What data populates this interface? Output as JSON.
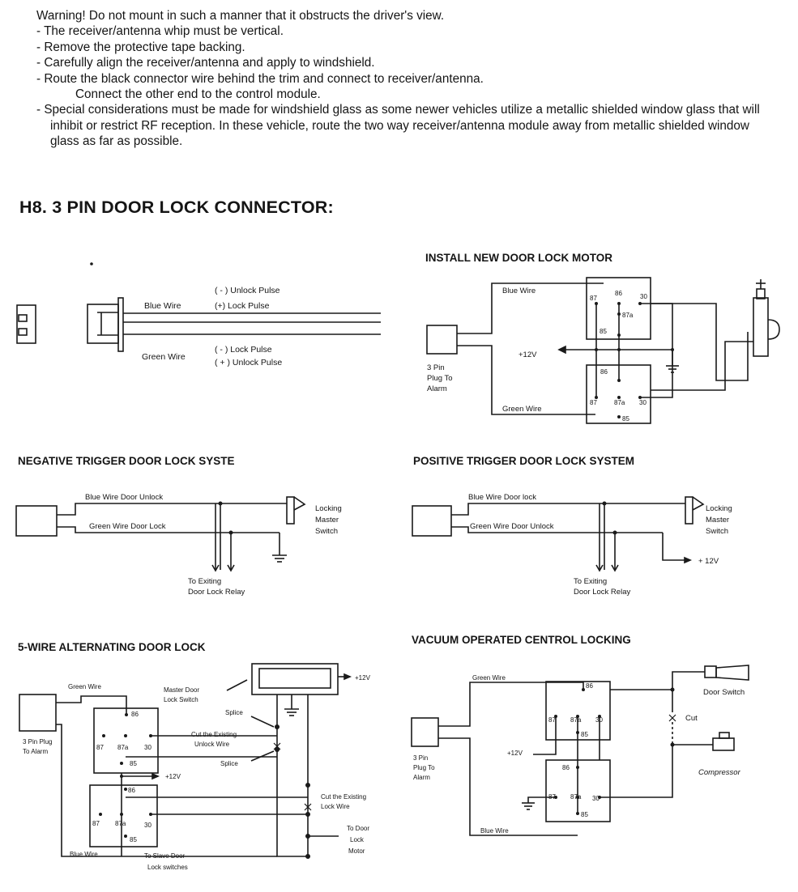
{
  "intro": {
    "warning": "Warning! Do not mount in such a manner that it obstructs the driver's view.",
    "bullets": [
      "- The receiver/antenna whip must be vertical.",
      "- Remove the protective tape backing.",
      "- Carefully align the receiver/antenna and apply to windshield.",
      "- Route the black connector wire behind the trim and connect to receiver/antenna."
    ],
    "connect_line": "Connect the other end to the control module.",
    "special": "- Special considerations must be made for windshield glass as some newer vehicles utilize a metallic shielded window glass that will inhibit or restrict RF reception. In these vehicle, route the two way receiver/antenna module away from metallic shielded window glass as far as possible."
  },
  "heading": "H8. 3 PIN DOOR LOCK CONNECTOR:",
  "connector": {
    "blue_wire": "Blue Wire",
    "green_wire": "Green Wire",
    "blue_unlock": "( - ) Unlock Pulse",
    "blue_lock": "(+) Lock Pulse",
    "green_lock": "( - ) Lock Pulse",
    "green_unlock": "( + ) Unlock Pulse"
  },
  "install_motor": {
    "title": "INSTALL NEW DOOR LOCK MOTOR",
    "blue_wire": "Blue Wire",
    "green_wire": "Green Wire",
    "plus12": "+12V",
    "plug": [
      "3 Pin",
      "Plug To",
      "Alarm"
    ],
    "relay_top": {
      "p87": "87",
      "p86": "86",
      "p30": "30",
      "p87a": "87a",
      "p85": "85"
    },
    "relay_bot": {
      "p86": "86",
      "p87": "87",
      "p87a": "87a",
      "p30": "30",
      "p85": "85"
    }
  },
  "negative": {
    "title": "NEGATIVE TRIGGER DOOR LOCK SYSTE",
    "blue": "Blue Wire Door Unlock",
    "green": "Green Wire Door Lock",
    "switch": [
      "Locking",
      "Master",
      "Switch"
    ],
    "relay": [
      "To Exiting",
      "Door Lock Relay"
    ]
  },
  "positive": {
    "title": "POSITIVE TRIGGER DOOR LOCK SYSTEM",
    "blue": "Blue Wire Door lock",
    "green": "Green Wire Door Unlock",
    "switch": [
      "Locking",
      "Master",
      "Switch"
    ],
    "plus12": "+ 12V",
    "relay": [
      "To Exiting",
      "Door Lock Relay"
    ]
  },
  "five_wire": {
    "title": "5-WIRE ALTERNATING DOOR LOCK",
    "green_wire": "Green Wire",
    "blue_wire": "Blue Wire",
    "plug": [
      "3 Pin Plug",
      "To Alarm"
    ],
    "master": [
      "Master Door",
      "Lock Switch"
    ],
    "splice1": "Splice",
    "splice2": "Splice",
    "cut_unlock": [
      "Cut the Existing",
      "Unlock Wire"
    ],
    "cut_lock": [
      "Cut the Existing",
      "Lock Wire"
    ],
    "plus12_top": "+12V",
    "plus12_mid": "+12V",
    "motor": [
      "To Door",
      "Lock",
      "Motor"
    ],
    "slave": [
      "To Slave Door",
      "Lock switches"
    ],
    "relay_top": {
      "p86": "86",
      "p87": "87",
      "p87a": "87a",
      "p30": "30",
      "p85": "85"
    },
    "relay_bot": {
      "p86": "86",
      "p87": "87",
      "p87a": "87a",
      "p30": "30",
      "p85": "85"
    }
  },
  "vacuum": {
    "title": "VACUUM OPERATED CENTROL LOCKING",
    "green_wire": "Green Wire",
    "blue_wire": "Blue Wire",
    "plus12": "+12V",
    "plug": [
      "3 Pin",
      "Plug To",
      "Alarm"
    ],
    "door_switch": "Door Switch",
    "cut": "Cut",
    "compressor": "Compressor",
    "relay_top": {
      "p86": "86",
      "p87": "87",
      "p87a": "87a",
      "p30": "30",
      "p85": "85"
    },
    "relay_bot": {
      "p86": "86",
      "p87": "87",
      "p87a": "87a",
      "p30": "30",
      "p85": "85"
    }
  }
}
